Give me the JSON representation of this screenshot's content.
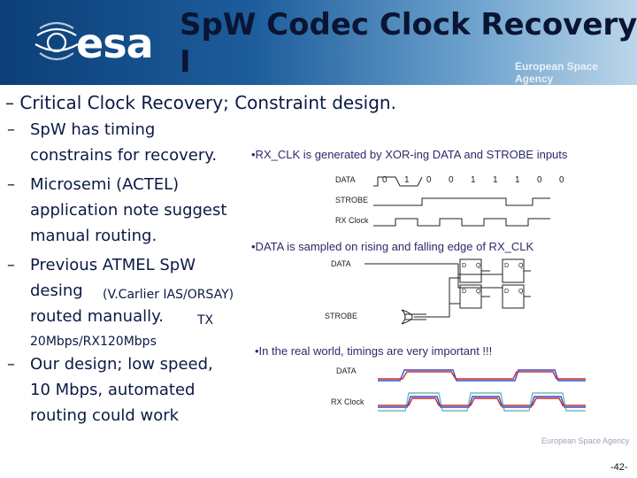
{
  "header": {
    "logo_text": "esa",
    "title_line1": "SpW Codec Clock Recovery",
    "title_line2": "I",
    "agency": "European Space Agency"
  },
  "bullets": {
    "main": "– Critical Clock Recovery; Constraint design.",
    "items": [
      {
        "dash": "–",
        "lines": [
          "SpW has timing",
          "constrains for recovery."
        ]
      },
      {
        "dash": "–",
        "lines": [
          "Microsemi (ACTEL)",
          "application note suggest",
          "manual routing."
        ]
      },
      {
        "dash": "–",
        "lines": [
          "Previous ATMEL SpW",
          "desing",
          "(V.Carlier IAS/ORSAY)",
          "routed manually.",
          "TX",
          "20Mbps/RX120Mbps"
        ]
      },
      {
        "dash": "–",
        "lines": [
          "Our design; low speed,",
          "10 Mbps, automated",
          "routing could work"
        ]
      }
    ]
  },
  "diagram": {
    "note1": "•RX_CLK is generated by XOR-ing DATA and STROBE inputs",
    "labels1": [
      "DATA",
      "STROBE",
      "RX Clock"
    ],
    "data_bits": [
      "0",
      "1",
      "0",
      "0",
      "1",
      "1",
      "1",
      "0",
      "0"
    ],
    "note2": "•DATA is sampled on rising and falling edge of RX_CLK",
    "labels2": [
      "DATA",
      "STROBE"
    ],
    "ff_pins": [
      "D",
      "Q",
      "D",
      "Q",
      "D",
      "Q",
      "D",
      "Q"
    ],
    "note3": "•In the real world, timings are very important !!!",
    "labels3": [
      "DATA",
      "RX Clock"
    ]
  },
  "footer": {
    "agency": "European Space Agency",
    "page": "-42-"
  },
  "colors": {
    "header_dark": "#0c3f78",
    "text": "#0b1a44",
    "note": "#2a2a6a",
    "trace_blue": "#2d4fd0",
    "trace_red": "#d12a2a",
    "trace_teal": "#3a9aa0"
  }
}
